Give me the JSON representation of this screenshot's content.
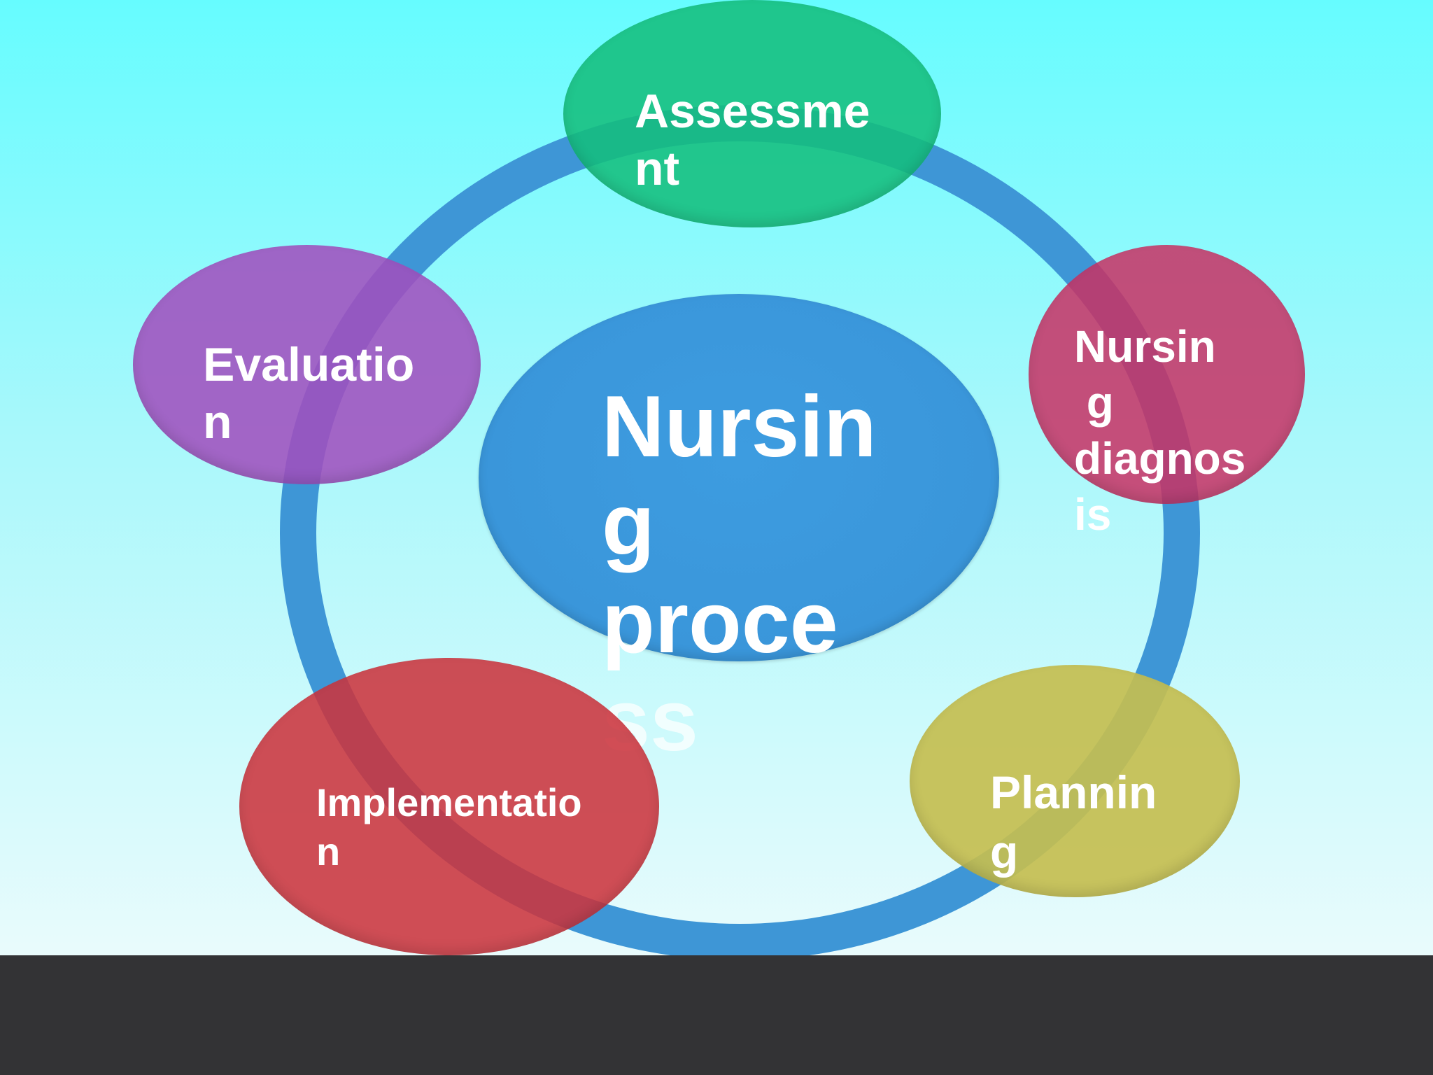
{
  "colors": {
    "background_top": "#66fcff",
    "background_bottom": "#e9fbfc",
    "ring": "#3e96d6",
    "center": "#3a96da",
    "assessment": "#14be7d",
    "nursing_diagnosis": "#c83264",
    "planning": "#c4be50",
    "implementation": "#cc343e",
    "evaluation": "#a050be",
    "bottom_bar": "#333335"
  },
  "center": {
    "label_line1": "Nursin\ng\nproce",
    "label_line2": "ss"
  },
  "nodes": {
    "assessment": "Assessme\nnt",
    "nursing_diagnosis": "Nursin\n g\ndiagnos\nis",
    "planning": "Plannin\ng",
    "implementation": "Implementatio\nn",
    "evaluation": "Evaluatio\nn"
  }
}
